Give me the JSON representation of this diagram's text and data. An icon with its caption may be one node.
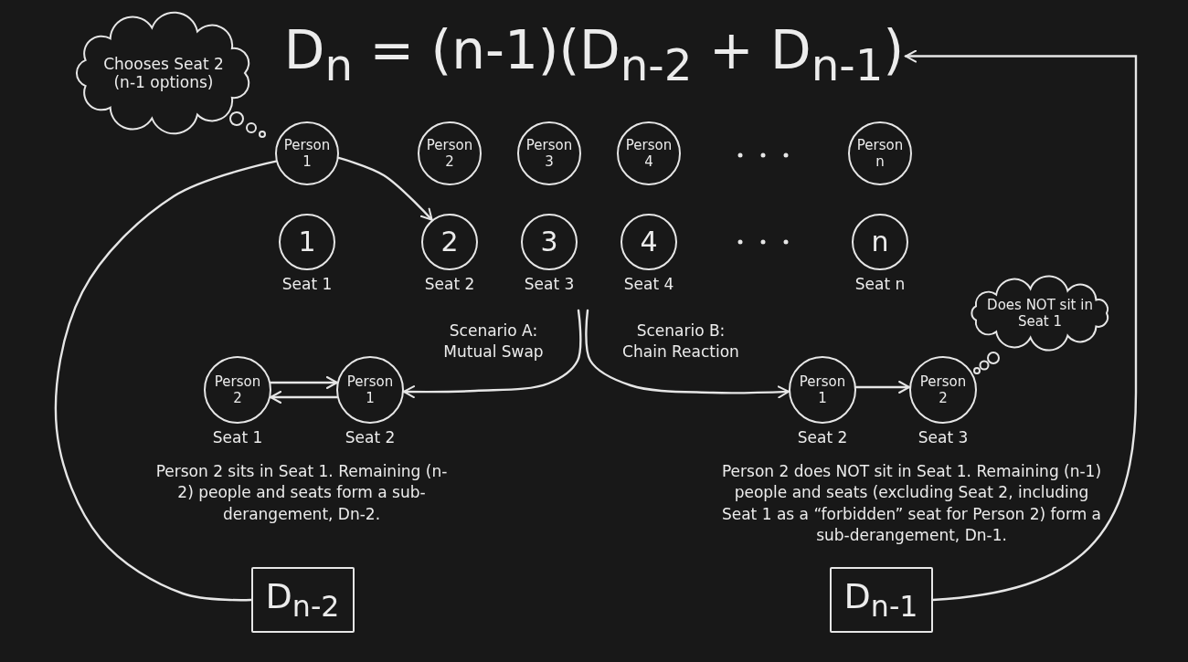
{
  "diagram": {
    "nodes": [
      {
        "text": [
          "D$_{n}$ = (n-1)(D$_{n-2}$ + D$_{n-1}$)"
        ]
      },
      {
        "text": [
          "Chooses Seat 2 (n-1 options)"
        ]
      },
      {
        "text": [
          "Person 1"
        ]
      },
      {
        "text": [
          "Person 2"
        ]
      },
      {
        "text": [
          "Person 3"
        ]
      },
      {
        "text": [
          "Person 4"
        ]
      },
      {
        "text": [
          "Person n"
        ]
      },
      {
        "text": [
          "1"
        ],
        "beside": [
          "Seat 1"
        ]
      },
      {
        "text": [
          "2"
        ],
        "beside": [
          "Seat 2"
        ]
      },
      {
        "text": [
          "3"
        ],
        "beside": [
          "Seat 3"
        ]
      },
      {
        "text": [
          "4"
        ],
        "beside": [
          "Seat 4"
        ]
      },
      {
        "text": [
          "n"
        ],
        "beside": [
          "Seat n"
        ]
      },
      {
        "text": [
          "Person 2"
        ],
        "beside": [
          "Seat 1"
        ]
      },
      {
        "text": [
          "Person 1"
        ],
        "beside": [
          "Seat 2"
        ]
      },
      {
        "text": [
          "Person 1"
        ],
        "beside": [
          "Seat 2"
        ]
      },
      {
        "text": [
          "Person 2"
        ],
        "beside": [
          "Seat 3"
        ]
      },
      {
        "text": [
          "Does NOT sit in Seat 1"
        ]
      },
      {
        "text": [
          "D$_{n-2}$"
        ]
      },
      {
        "text": [
          "D$_{n-1}$"
        ]
      }
    ],
    "edges": [
      {
        "from": 2,
        "to": 8,
        "arrow": "to"
      },
      {
        "from": 12,
        "to": 13,
        "arrow": "to"
      },
      {
        "from": 13,
        "to": 12,
        "arrow": "to"
      },
      {
        "from": null,
        "to": 13,
        "arrow": "to",
        "label": "Scenario A: Mutual Swap"
      },
      {
        "from": null,
        "to": 14,
        "arrow": "to",
        "label": "Scenario B: Chain Reaction"
      },
      {
        "from": 14,
        "to": 15,
        "arrow": "to"
      },
      {
        "from": 2,
        "to": 17,
        "arrow": "none"
      },
      {
        "from": 18,
        "to": 0,
        "arrow": "to"
      }
    ],
    "labels": [
      "Person 2 sits in Seat 1. Remaining (n-2) people and seats form a sub-derangement, Dn-2.",
      "Person 2 does NOT sit in Seat 1. Remaining (n-1) people and seats (excluding Seat 2, including Seat 1 as a “forbidden” seat for Person 2) form a sub-derangement, Dn-1."
    ]
  }
}
